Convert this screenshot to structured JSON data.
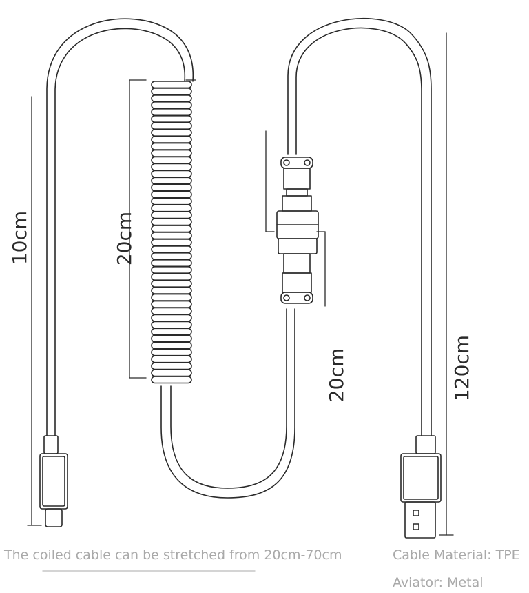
{
  "dimensions": {
    "left_cable": "10cm",
    "coil": "20cm",
    "mid_cable": "20cm",
    "right_cable": "120cm"
  },
  "captions": {
    "stretch": "The coiled cable can be stretched from 20cm-70cm",
    "material": "Cable Material: TPE",
    "aviator": "Aviator: Metal"
  },
  "colors": {
    "line": "#2a2a2a",
    "caption": "#a9a9a9"
  }
}
